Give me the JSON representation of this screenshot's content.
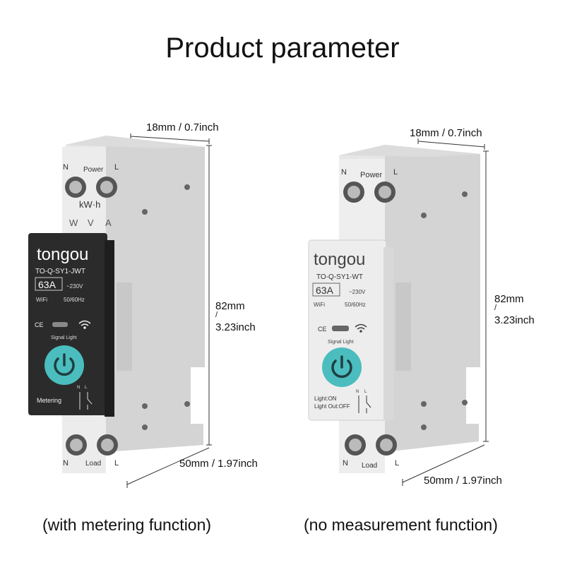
{
  "page": {
    "title": "Product parameter"
  },
  "products": [
    {
      "brand": "tongou",
      "model": "TO-Q-SY1-JWT",
      "rating": "63A",
      "voltage": "~230V",
      "frequency": "50/60Hz",
      "wifi_label": "WiFi",
      "ce_mark": "CE",
      "signal_label": "Signal Light",
      "mode_label": "Metering",
      "top_terminal_n": "N",
      "top_terminal_label": "Power",
      "top_terminal_l": "L",
      "meter_label": "kW·h",
      "meter_units": [
        "W",
        "V",
        "A"
      ],
      "bottom_terminal_n": "N",
      "bottom_terminal_label": "Load",
      "bottom_terminal_l": "L",
      "switch_n": "N",
      "switch_l": "L",
      "width_dim": "18mm / 0.7inch",
      "height_dim_1": "82mm",
      "height_dim_2": "3.23inch",
      "depth_dim": "50mm / 1.97inch",
      "caption": "(with metering function)",
      "front_color": "#2b2b2b",
      "button_color": "#4bbdbe"
    },
    {
      "brand": "tongou",
      "model": "TO-Q-SY1-WT",
      "rating": "63A",
      "voltage": "~230V",
      "frequency": "50/60Hz",
      "wifi_label": "WiFi",
      "ce_mark": "CE",
      "signal_label": "Signal Light",
      "light_on": "Light:ON",
      "light_off": "Light Out:OFF",
      "top_terminal_n": "N",
      "top_terminal_label": "Power",
      "top_terminal_l": "L",
      "bottom_terminal_n": "N",
      "bottom_terminal_label": "Load",
      "bottom_terminal_l": "L",
      "switch_n": "N",
      "switch_l": "L",
      "width_dim": "18mm / 0.7inch",
      "height_dim_1": "82mm",
      "height_dim_2": "3.23inch",
      "depth_dim": "50mm / 1.97inch",
      "caption": "(no measurement function)",
      "front_color": "#ededed",
      "button_color": "#4bbdbe"
    }
  ]
}
